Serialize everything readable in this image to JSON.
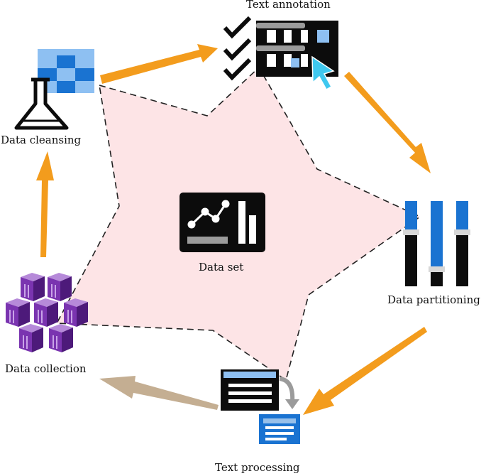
{
  "nodes": {
    "center": {
      "label": "Data set",
      "icon": "chart-icon"
    },
    "text_annotation": {
      "label": "Text annotation",
      "icon": "checklist-grid-icon"
    },
    "data_cleansing": {
      "label": "Data cleansing",
      "icon": "table-flask-icon"
    },
    "data_partitioning": {
      "label": "Data partitioning",
      "icon": "sliders-icon"
    },
    "text_processing": {
      "label": "Text processing",
      "icon": "windows-icon"
    },
    "data_collection": {
      "label": "Data collection",
      "icon": "cubes-icon"
    }
  },
  "colors": {
    "star_fill": "#fde4e6",
    "arrow_orange": "#f39c1d",
    "arrow_tan": "#c4ae92",
    "blue": "#1a73d1",
    "light_blue": "#8ec0f2",
    "purple": "#6e2ea0",
    "cyan": "#3fc8ef"
  }
}
